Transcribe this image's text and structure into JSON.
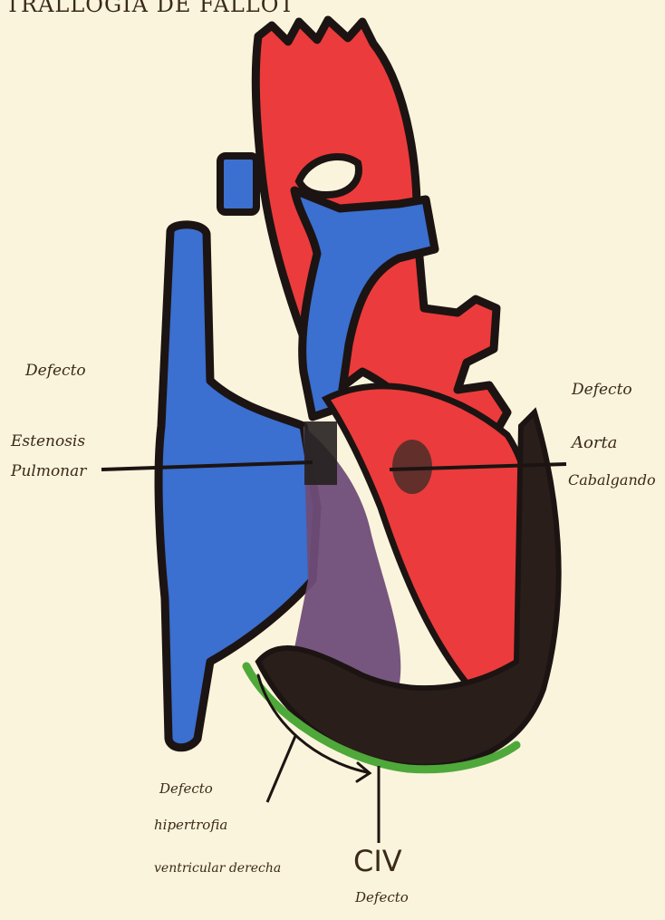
{
  "title": "TRALLOGIA DE FALLOT",
  "labels": {
    "left_heading": "Defecto",
    "left_line1": "Estenosis",
    "left_line2": "Pulmonar",
    "right_heading": "Defecto",
    "right_line1": "Aorta",
    "right_line2": "Cabalgando",
    "bottom_heading": "Defecto",
    "bottom_line1": "hipertrofia",
    "bottom_line2": "ventricular derecha",
    "civ": "CIV",
    "civ_sub": "Defecto"
  },
  "colors": {
    "background": "#fbf4dc",
    "oxygenated": "#ec3b3c",
    "deoxygenated": "#3b6fd0",
    "hypertrophy": "#2a1e1a",
    "wall_highlight": "#4fa83a",
    "outline": "#1c1412",
    "mixed": "#6f4d78"
  }
}
